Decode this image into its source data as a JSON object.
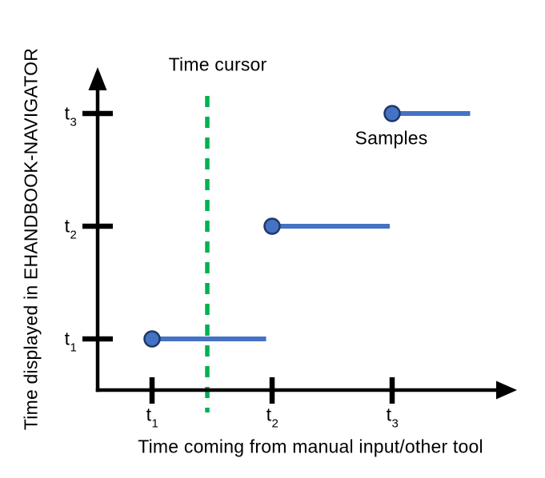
{
  "chart_data": {
    "type": "scatter",
    "subtype": "sample-and-hold step diagram",
    "title": "",
    "xlabel": "Time coming from manual input/other tool",
    "ylabel": "Time displayed in EHANDBOOK-NAVIGATOR",
    "grid": false,
    "legend_position": "none",
    "axis_range": {
      "x": [
        0.55,
        4.05
      ],
      "y": [
        0.55,
        3.4
      ]
    },
    "x_ticks": [
      {
        "base": "t",
        "sub": "1",
        "value": 1
      },
      {
        "base": "t",
        "sub": "2",
        "value": 2
      },
      {
        "base": "t",
        "sub": "3",
        "value": 3
      }
    ],
    "y_ticks": [
      {
        "base": "t",
        "sub": "1",
        "value": 1
      },
      {
        "base": "t",
        "sub": "2",
        "value": 2
      },
      {
        "base": "t",
        "sub": "3",
        "value": 3
      }
    ],
    "series": [
      {
        "name": "Samples",
        "marker": "filled-circle-at-left-end",
        "points": [
          {
            "x": 1,
            "y": 1,
            "hold_until_x": 1.95
          },
          {
            "x": 2,
            "y": 2,
            "hold_until_x": 2.98
          },
          {
            "x": 3,
            "y": 3,
            "hold_until_x": 3.65
          }
        ]
      }
    ],
    "cursor": {
      "x": 1.46,
      "style": "dashed-vertical-line"
    },
    "annotations": {
      "cursor_label": "Time cursor",
      "samples_label": "Samples"
    },
    "colors": {
      "sample_fill": "#4472c4",
      "sample_stroke": "#1f3864",
      "sample_line": "#4472c4",
      "cursor": "#00b050",
      "axis": "#000000",
      "background": "#ffffff"
    }
  }
}
